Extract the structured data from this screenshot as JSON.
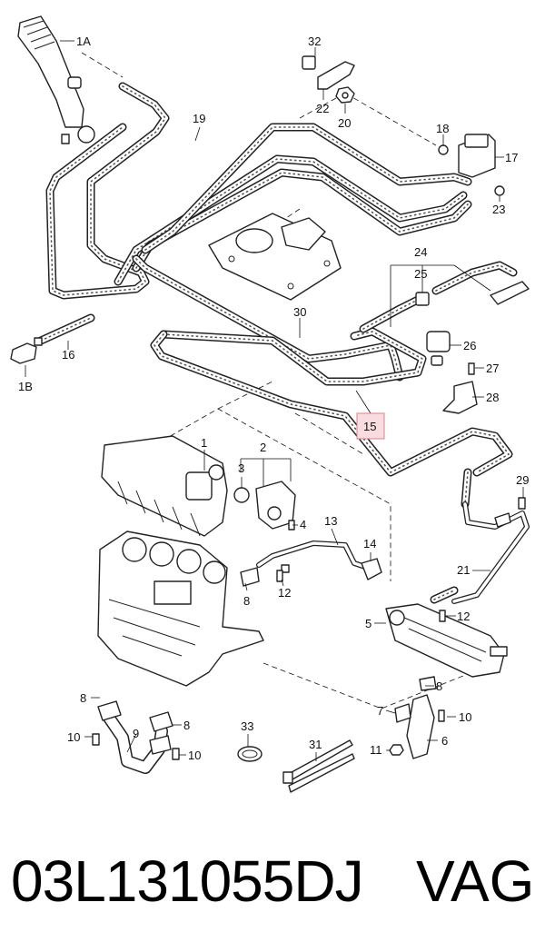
{
  "diagram": {
    "labels": {
      "l1A": "1A",
      "l32": "32",
      "l22": "22",
      "l20": "20",
      "l19": "19",
      "l18": "18",
      "l17": "17",
      "l23": "23",
      "l24": "24",
      "l25": "25",
      "l30": "30",
      "l26": "26",
      "l27": "27",
      "l28": "28",
      "l16": "16",
      "l1B": "1B",
      "l15": "15",
      "l1": "1",
      "l2": "2",
      "l3": "3",
      "l4": "4",
      "l13": "13",
      "l29": "29",
      "l14": "14",
      "l8a": "8",
      "l12a": "12",
      "l21": "21",
      "l5": "5",
      "l12b": "12",
      "l8b": "8",
      "l8c": "8",
      "l8d": "8",
      "l7": "7",
      "l10a": "10",
      "l10b": "10",
      "l10c": "10",
      "l9": "9",
      "l33": "33",
      "l31": "31",
      "l11": "11",
      "l6": "6"
    },
    "highlight_color": "#f9dcdf"
  },
  "footer": {
    "part_number": "03L131055DJ",
    "brand": "VAG"
  }
}
